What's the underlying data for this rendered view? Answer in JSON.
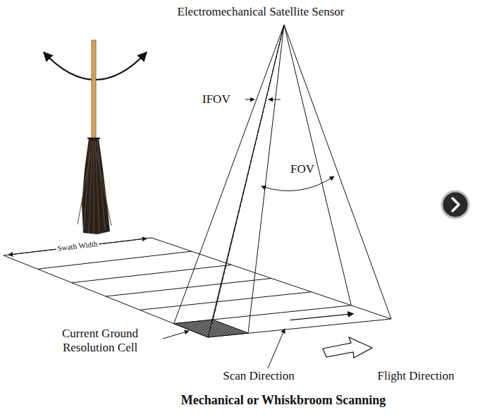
{
  "diagram": {
    "caption": "Mechanical or Whiskbroom Scanning",
    "labels": [
      "Electromechanical Satellite Sensor",
      "IFOV",
      "FOV",
      "Swath Width",
      "Current Ground Resolution Cell",
      "Scan Direction",
      "Flight Direction"
    ]
  }
}
